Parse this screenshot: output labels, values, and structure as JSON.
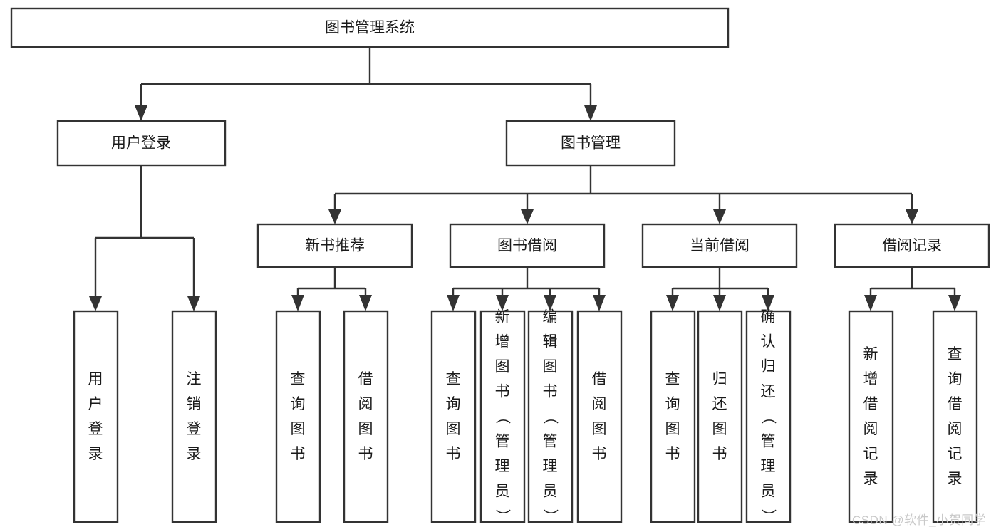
{
  "diagram": {
    "type": "tree-hierarchy-chart",
    "title": "图书管理系统",
    "orientation": "top-down",
    "box_fill": "#ffffff",
    "box_stroke": "#333333",
    "text_color": "#1a1a1a",
    "background": "#ffffff",
    "levels": 4
  },
  "nodes": {
    "root": {
      "label": "图书管理系统",
      "level": 1,
      "orientation": "horizontal"
    },
    "level2": [
      {
        "id": "user-login",
        "label": "用户登录",
        "orientation": "horizontal"
      },
      {
        "id": "book-management",
        "label": "图书管理",
        "orientation": "horizontal"
      }
    ],
    "level3": [
      {
        "id": "new-book-recommend",
        "label": "新书推荐",
        "orientation": "horizontal",
        "parent": "book-management"
      },
      {
        "id": "book-borrow",
        "label": "图书借阅",
        "orientation": "horizontal",
        "parent": "book-management"
      },
      {
        "id": "current-borrow",
        "label": "当前借阅",
        "orientation": "horizontal",
        "parent": "book-management"
      },
      {
        "id": "borrow-record",
        "label": "借阅记录",
        "orientation": "horizontal",
        "parent": "book-management"
      }
    ],
    "leaves": [
      {
        "id": "leaf-user-login",
        "label": "用户登录",
        "orientation": "vertical",
        "parent": "user-login"
      },
      {
        "id": "leaf-user-logout",
        "label": "注销登录",
        "orientation": "vertical",
        "parent": "user-login"
      },
      {
        "id": "leaf-query-book-1",
        "label": "查询图书",
        "orientation": "vertical",
        "parent": "new-book-recommend"
      },
      {
        "id": "leaf-borrow-book-1",
        "label": "借阅图书",
        "orientation": "vertical",
        "parent": "new-book-recommend"
      },
      {
        "id": "leaf-query-book-2",
        "label": "查询图书",
        "orientation": "vertical",
        "parent": "book-borrow"
      },
      {
        "id": "leaf-add-book",
        "label": "新增图书（管理员）",
        "orientation": "vertical",
        "parent": "book-borrow"
      },
      {
        "id": "leaf-edit-book",
        "label": "编辑图书（管理员）",
        "orientation": "vertical",
        "parent": "book-borrow"
      },
      {
        "id": "leaf-borrow-book-2",
        "label": "借阅图书",
        "orientation": "vertical",
        "parent": "book-borrow"
      },
      {
        "id": "leaf-query-book-3",
        "label": "查询图书",
        "orientation": "vertical",
        "parent": "current-borrow"
      },
      {
        "id": "leaf-return-book",
        "label": "归还图书",
        "orientation": "vertical",
        "parent": "current-borrow"
      },
      {
        "id": "leaf-confirm-return",
        "label": "确认归还（管理员）",
        "orientation": "vertical",
        "parent": "current-borrow"
      },
      {
        "id": "leaf-add-record",
        "label": "新增借阅记录",
        "orientation": "vertical",
        "parent": "borrow-record"
      },
      {
        "id": "leaf-query-record",
        "label": "查询借阅记录",
        "orientation": "vertical",
        "parent": "borrow-record"
      }
    ]
  },
  "watermark": {
    "text": "CSDN @软件_小贺同学",
    "color": "#c9c9c9"
  }
}
